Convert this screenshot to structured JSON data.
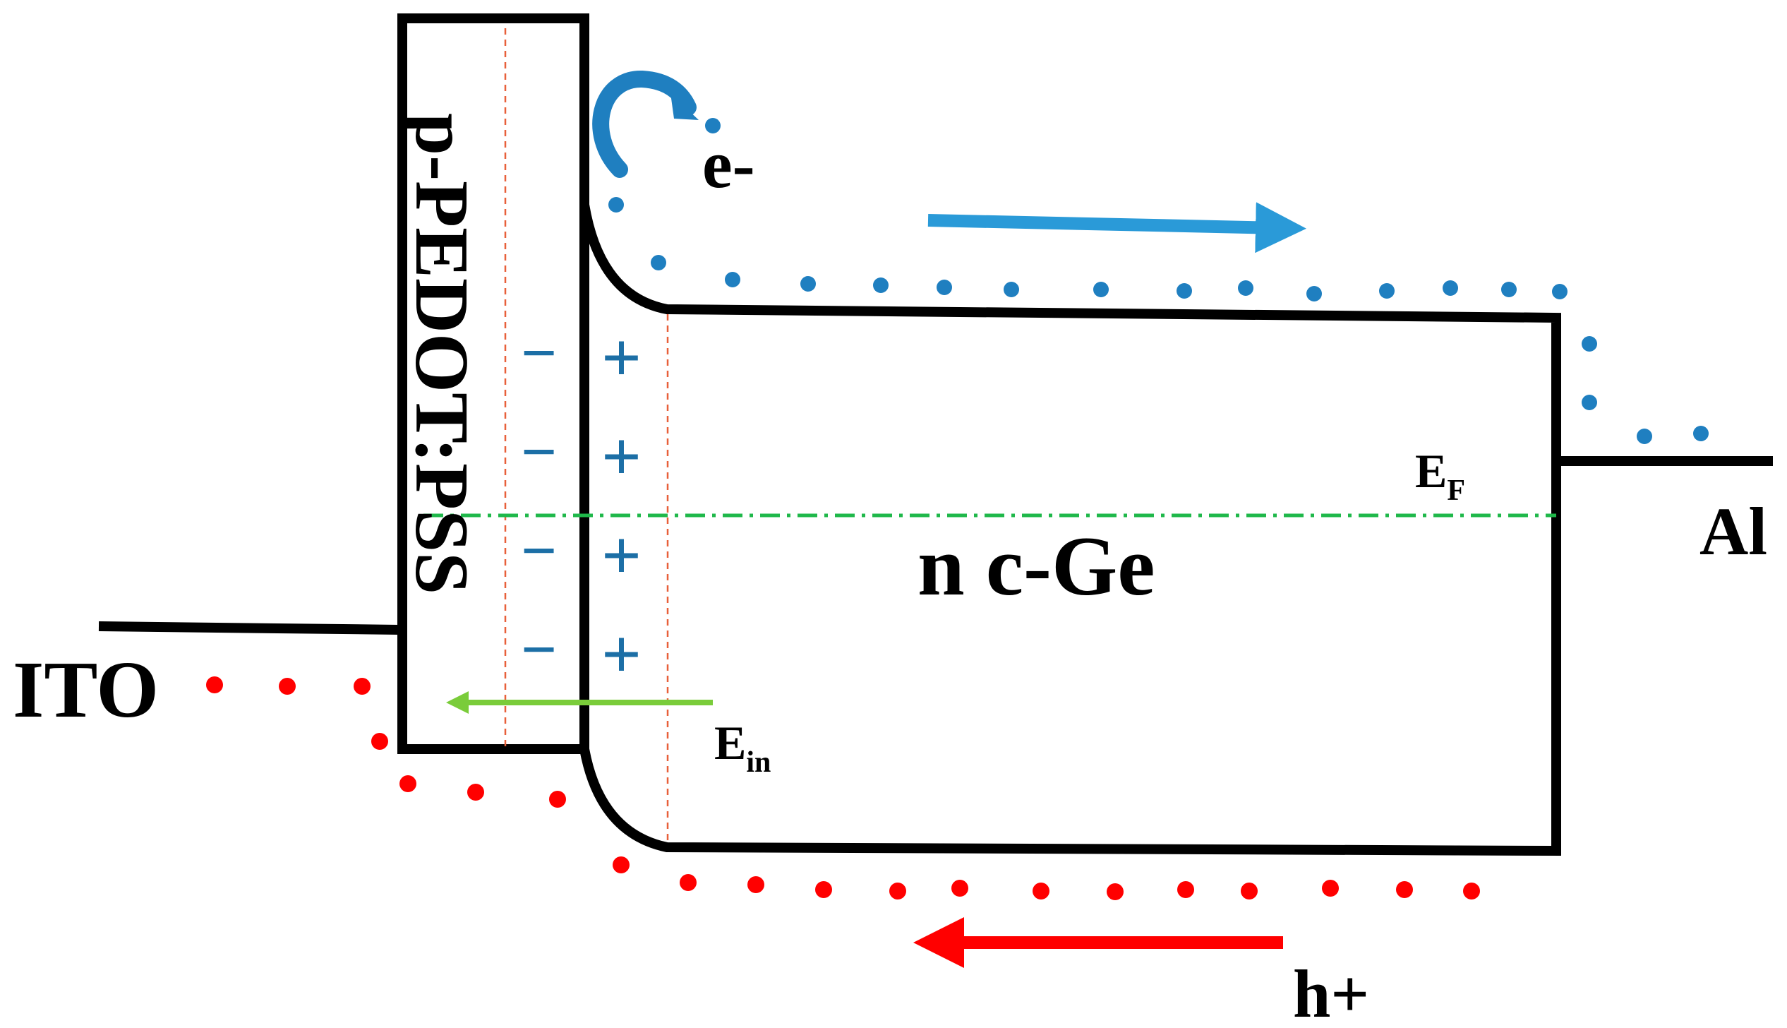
{
  "labels": {
    "pedot": "p-PEDOT:PSS",
    "electron": "e-",
    "hole": "h+",
    "fermi_main": "E",
    "fermi_sub": "F",
    "field_main": "E",
    "field_sub": "in",
    "ito": "ITO",
    "al": "Al",
    "ge": "n c-Ge",
    "minus": "−",
    "plus": "+"
  },
  "colors": {
    "outline": "#000000",
    "electron": "#1f7fc0",
    "electron_arrow": "#2a9ad8",
    "hole": "#ff0000",
    "fermi_line": "#1fb84a",
    "field_arrow": "#7acc3a",
    "depletion_edge": "#e8603a",
    "charge_signs": "#1c6fa6"
  },
  "icons": {
    "electron_transfer": "curved-arrow-icon",
    "electron_flow": "arrow-right-icon",
    "hole_flow": "arrow-left-icon",
    "built_in_field": "arrow-left-icon"
  }
}
